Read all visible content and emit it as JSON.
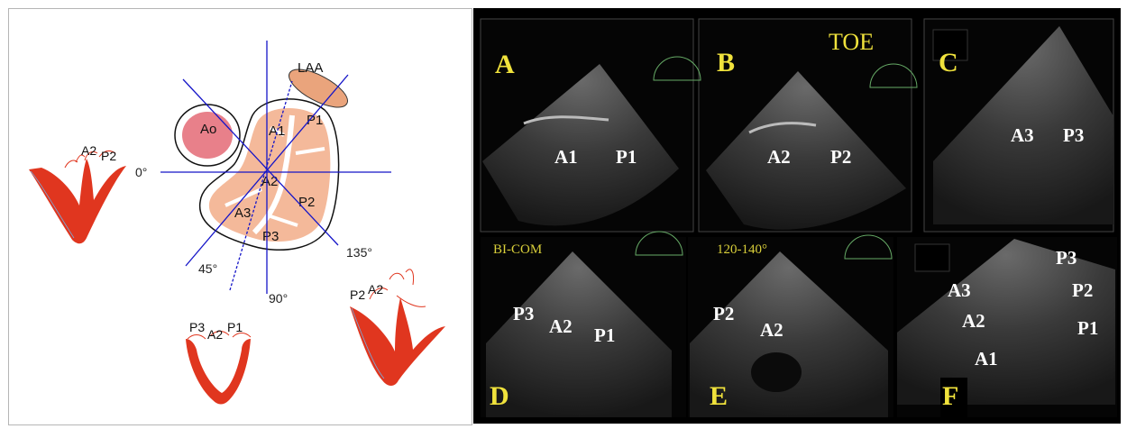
{
  "diagram": {
    "aorta_label": "Ao",
    "laa_label": "LAA",
    "scallops": {
      "a1": "A1",
      "a2": "A2",
      "a3": "A3",
      "p1": "P1",
      "p2": "P2",
      "p3": "P3"
    },
    "angles": {
      "a0": "0°",
      "a45": "45°",
      "a90": "90°",
      "a135": "135°"
    },
    "views": {
      "left_heart_labels": [
        "A2",
        "P2"
      ],
      "bottom_heart_labels": [
        "P3",
        "A2",
        "P1"
      ],
      "right_heart_labels": [
        "P2",
        "A2"
      ]
    },
    "colors": {
      "leaflet": "#f4b99a",
      "aorta": "#e8808a",
      "laa": "#eaa47c",
      "line": "#1515c8",
      "heart_red": "#e0361f"
    }
  },
  "echo": {
    "toe_label": "TOE",
    "panels": [
      {
        "letter": "A",
        "labels": [
          "A1",
          "P1"
        ]
      },
      {
        "letter": "B",
        "labels": [
          "A2",
          "P2"
        ]
      },
      {
        "letter": "C",
        "labels": [
          "A3",
          "P3"
        ]
      },
      {
        "letter": "D",
        "header": "BI-COM",
        "labels": [
          "P3",
          "A2",
          "P1"
        ]
      },
      {
        "letter": "E",
        "header": "120-140°",
        "labels": [
          "P2",
          "A2"
        ]
      },
      {
        "letter": "F",
        "labels": [
          "P3",
          "A3",
          "P2",
          "A2",
          "P1",
          "A1"
        ]
      }
    ]
  }
}
